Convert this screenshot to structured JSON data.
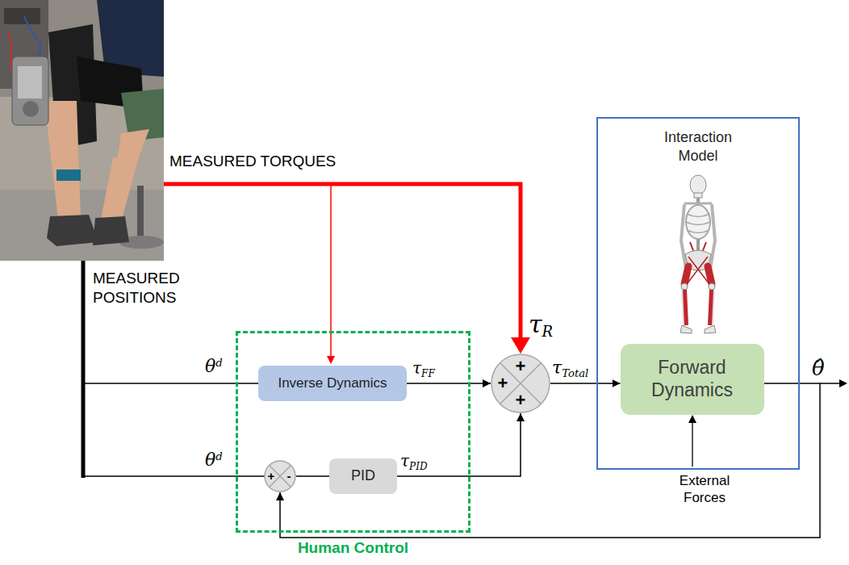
{
  "diagram": {
    "nodes": [
      {
        "text": [
          "Human Control"
        ]
      },
      {
        "text": [
          "Inverse Dynamics"
        ],
        "in": 0
      },
      {
        "text": [
          "+",
          "-"
        ],
        "in": 0
      },
      {
        "text": [
          "PID"
        ],
        "in": 0
      },
      {
        "text": [
          "+",
          "+",
          "+"
        ]
      },
      {
        "text": [
          "Interaction Model"
        ]
      },
      {
        "text": [
          "Forward Dynamics"
        ],
        "in": 5
      }
    ],
    "edges": [
      {
        "from": 1,
        "to": 4,
        "arrow": "to",
        "label": "τFF"
      },
      {
        "from": 2,
        "to": 3,
        "arrow": "none"
      },
      {
        "from": 3,
        "to": 4,
        "arrow": "to",
        "label": "τPID"
      },
      {
        "from": 4,
        "to": 6,
        "arrow": "to",
        "label": "τTotal"
      },
      {
        "from": 6,
        "to": 2,
        "arrow": "to"
      }
    ],
    "labels": [
      "MEASURED TORQUES",
      "MEASURED POSITIONS",
      "θd",
      "θd",
      "τR",
      "θ̂",
      "External Forces"
    ]
  }
}
